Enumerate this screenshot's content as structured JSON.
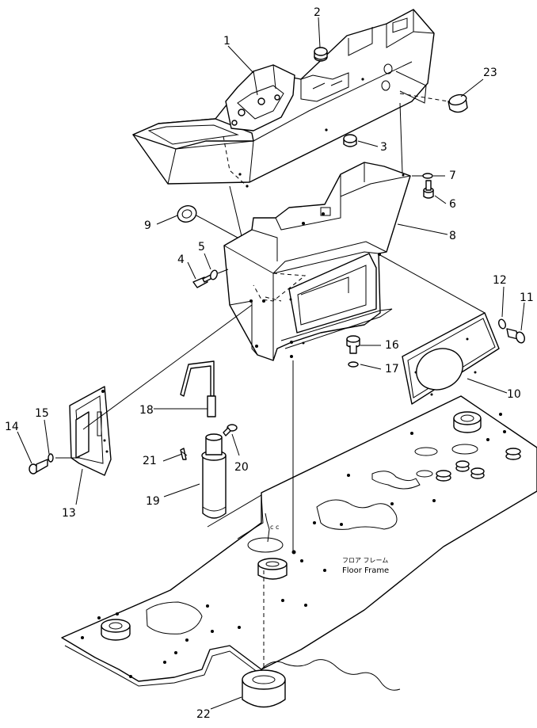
{
  "callouts": {
    "c1": "1",
    "c2": "2",
    "c3": "3",
    "c4": "4",
    "c5": "5",
    "c6": "6",
    "c7": "7",
    "c8": "8",
    "c9": "9",
    "c10": "10",
    "c11": "11",
    "c12": "12",
    "c13": "13",
    "c14": "14",
    "c15": "15",
    "c16": "16",
    "c17": "17",
    "c18": "18",
    "c19": "19",
    "c20": "20",
    "c21": "21",
    "c22": "22",
    "c23": "23"
  },
  "floor_frame": {
    "japanese": "フロア フレーム",
    "english": "Floor Frame"
  }
}
